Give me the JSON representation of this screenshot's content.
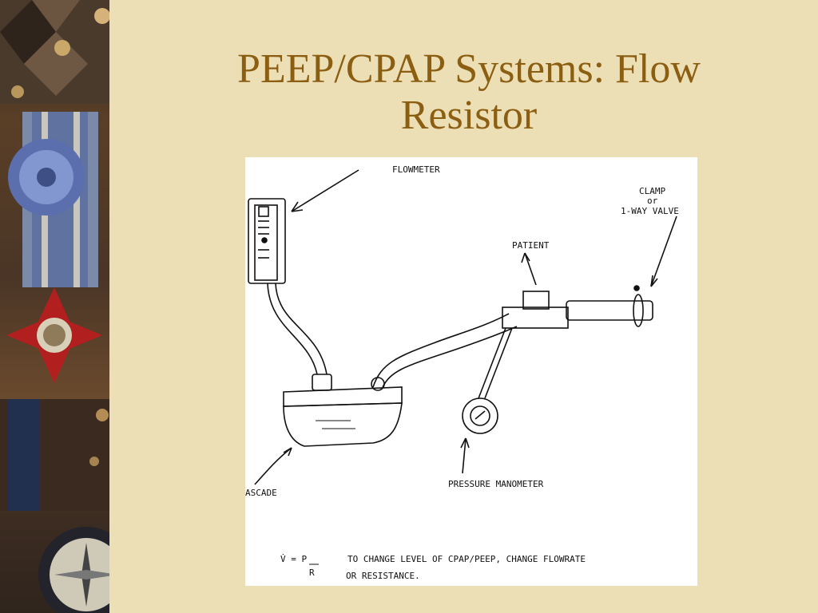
{
  "slide": {
    "title_line1": "PEEP/CPAP Systems: Flow",
    "title_line2": "Resistor"
  },
  "diagram": {
    "flowmeter_label": "FLOWMETER",
    "clamp_label": "CLAMP",
    "or_label": "or",
    "valve_label": "1-WAY  VALVE",
    "patient_label": "PATIENT",
    "cascade_label": "ASCADE",
    "manometer_label": "PRESSURE  MANOMETER",
    "equation_v": "V̇ = P",
    "equation_r": "R",
    "equation_note_line1": "TO CHANGE LEVEL OF CPAP/PEEP, CHANGE FLOWRATE",
    "equation_note_line2": "OR  RESISTANCE."
  },
  "colors": {
    "background": "#ecdfb5",
    "title": "#8b5e12"
  }
}
